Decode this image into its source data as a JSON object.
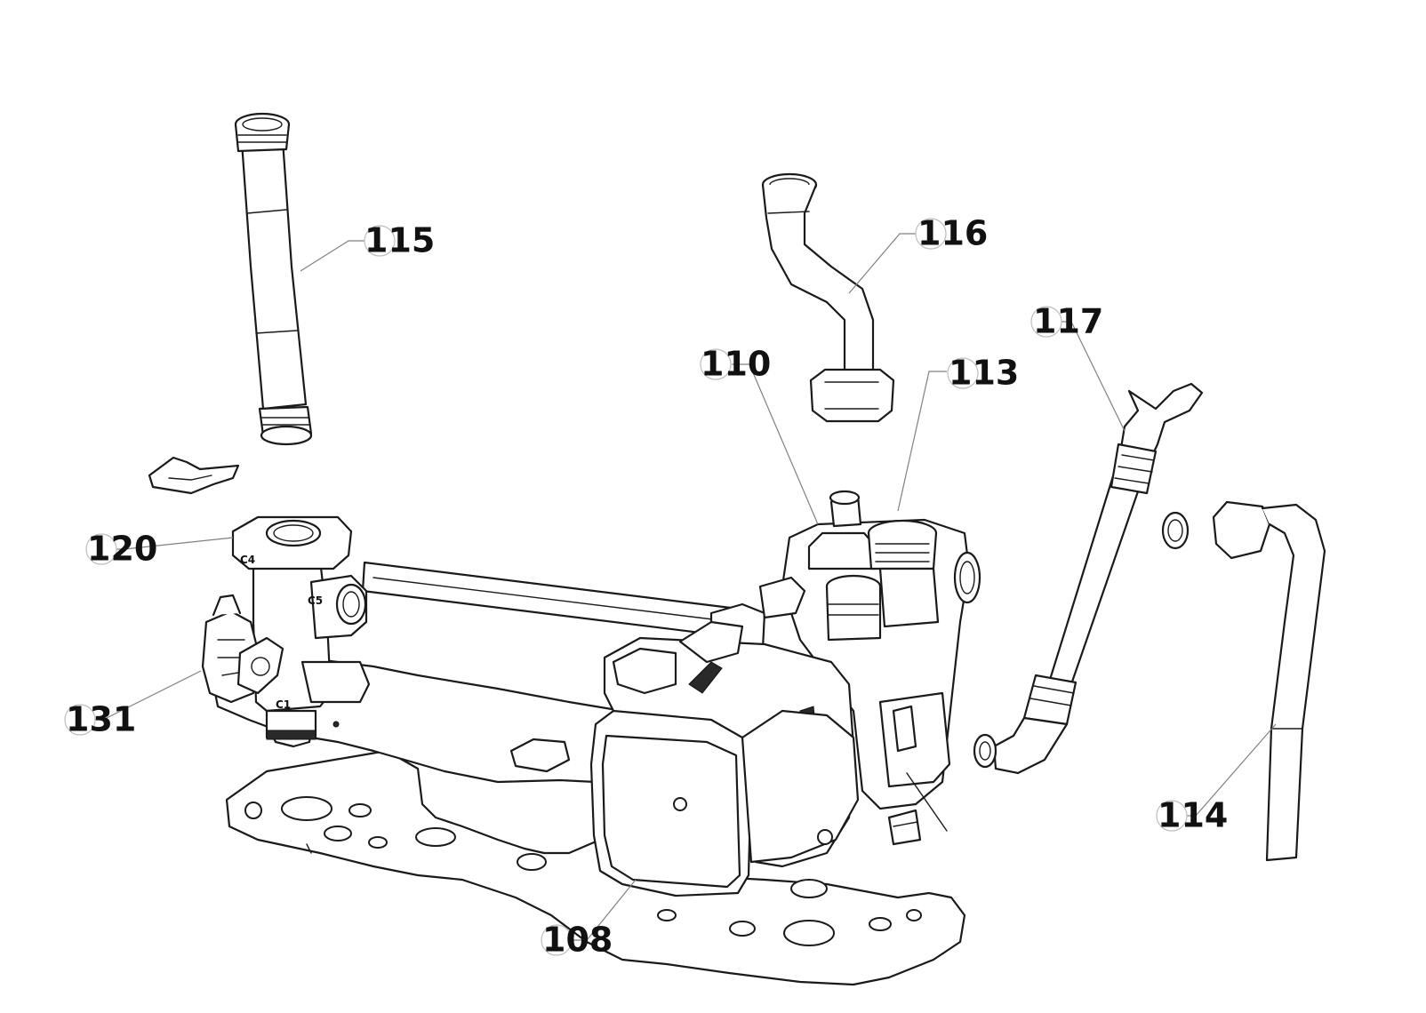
{
  "diagram": {
    "callouts": [
      {
        "id": "108",
        "label": "108"
      },
      {
        "id": "110",
        "label": "110"
      },
      {
        "id": "113",
        "label": "113"
      },
      {
        "id": "114",
        "label": "114"
      },
      {
        "id": "115",
        "label": "115"
      },
      {
        "id": "116",
        "label": "116"
      },
      {
        "id": "117",
        "label": "117"
      },
      {
        "id": "120",
        "label": "120"
      },
      {
        "id": "131",
        "label": "131"
      }
    ],
    "part_markings": {
      "c1": "C1",
      "c4": "C4",
      "c5": "C5"
    }
  }
}
